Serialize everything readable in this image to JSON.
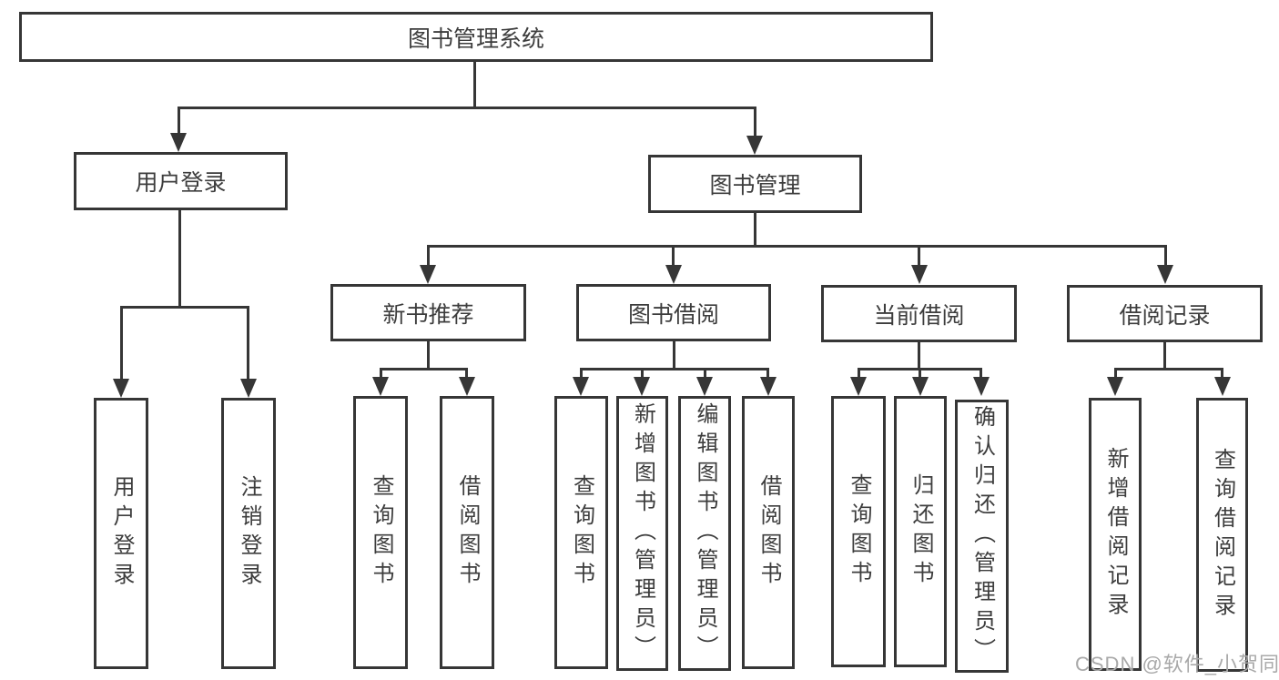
{
  "colors": {
    "line": "#363636",
    "text": "#3d3d3d",
    "watermark": "#a9a9a9",
    "background": "#ffffff"
  },
  "watermark": {
    "text": "CSDN @软件_小贺同学"
  },
  "tree": {
    "root": {
      "label": "图书管理系统"
    },
    "branches": [
      {
        "label": "用户登录",
        "children": [
          {
            "label": "用户登录"
          },
          {
            "label": "注销登录"
          }
        ]
      },
      {
        "label": "图书管理",
        "children": [
          {
            "label": "新书推荐",
            "children": [
              {
                "label": "查询图书"
              },
              {
                "label": "借阅图书"
              }
            ]
          },
          {
            "label": "图书借阅",
            "children": [
              {
                "label": "查询图书"
              },
              {
                "label": "新增图书（管理员）"
              },
              {
                "label": "编辑图书（管理员）"
              },
              {
                "label": "借阅图书"
              }
            ]
          },
          {
            "label": "当前借阅",
            "children": [
              {
                "label": "查询图书"
              },
              {
                "label": "归还图书"
              },
              {
                "label": "确认归还（管理员）"
              }
            ]
          },
          {
            "label": "借阅记录",
            "children": [
              {
                "label": "新增借阅记录"
              },
              {
                "label": "查询借阅记录"
              }
            ]
          }
        ]
      }
    ]
  }
}
